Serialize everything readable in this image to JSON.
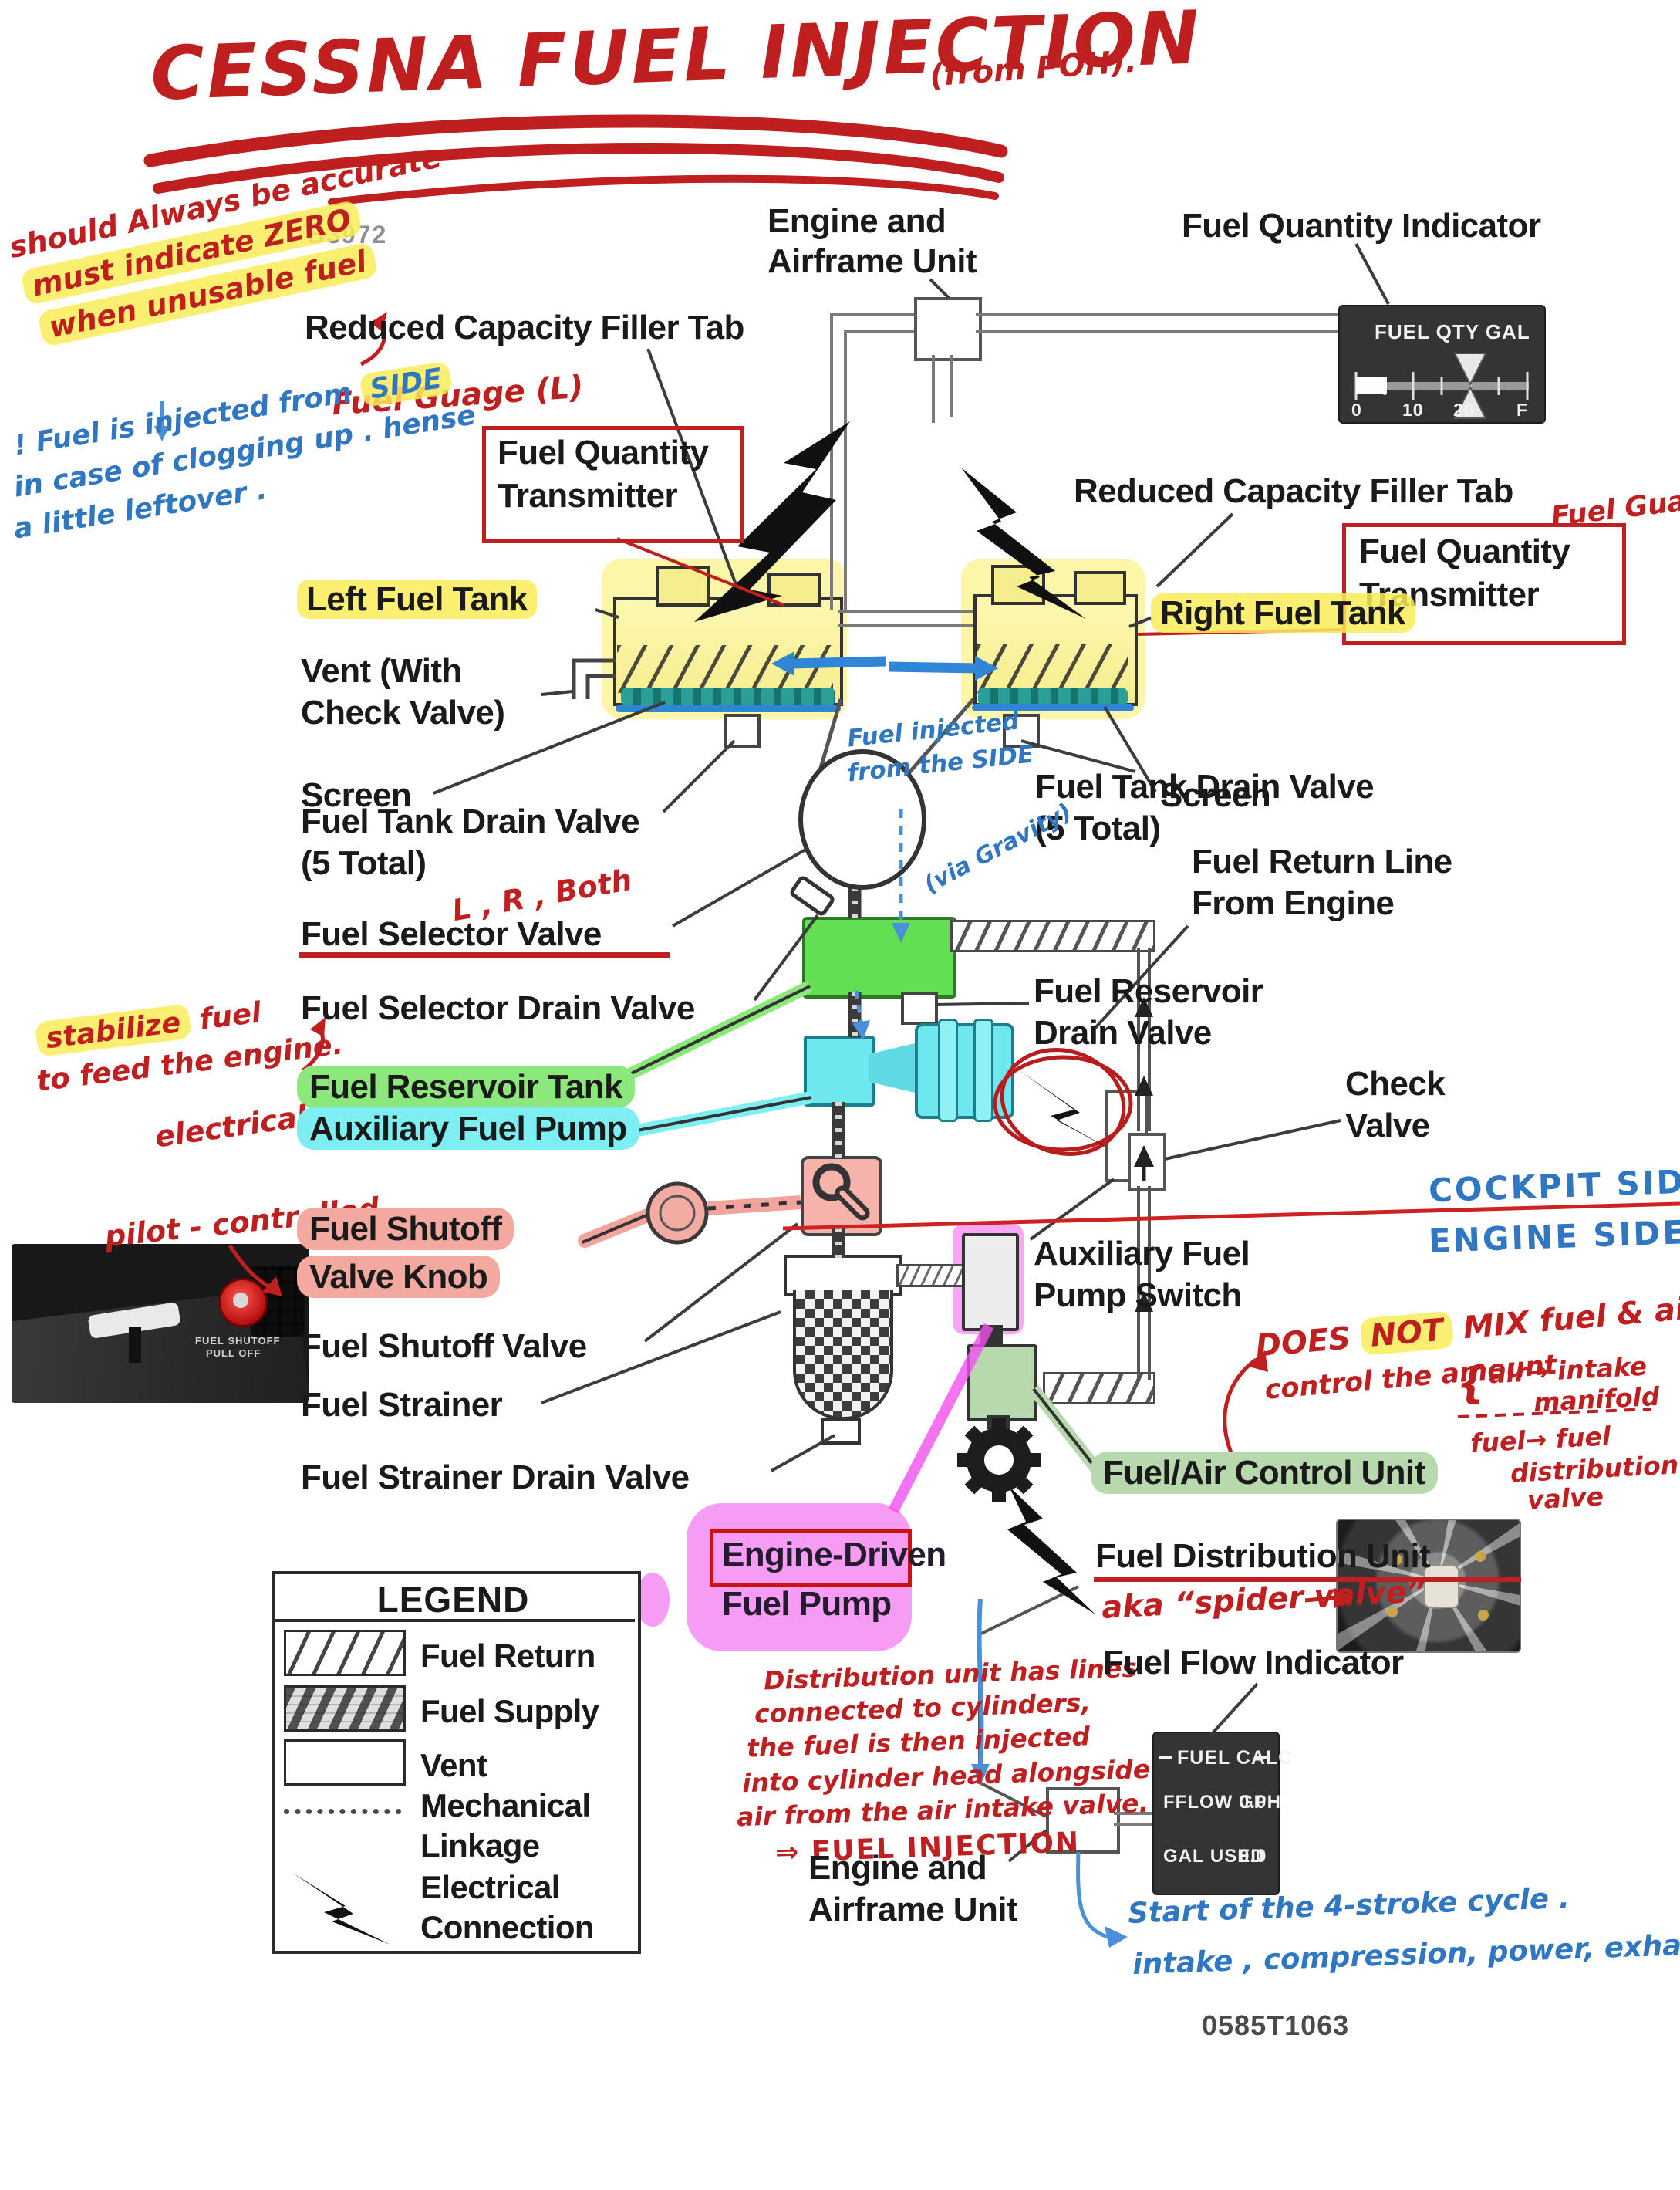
{
  "title": {
    "main": "CESSNA FUEL INJECTION",
    "note": "(from POH)."
  },
  "codes": {
    "figure": "B3972",
    "document": "0585T1063"
  },
  "labels": {
    "eng_air_1": "Engine and",
    "eng_air_2": "Airframe Unit",
    "fuel_qty_indicator": "Fuel Quantity Indicator",
    "reduced_capacity": "Reduced Capacity Filler Tab",
    "fqt_1": "Fuel Quantity",
    "fqt_2": "Transmitter",
    "left_tank": "Left Fuel Tank",
    "right_tank": "Right Fuel Tank",
    "vent_1": "Vent (With",
    "vent_2": "Check Valve)",
    "screen": "Screen",
    "ftdv_1": "Fuel Tank Drain Valve",
    "ftdv_2": "(5 Total)",
    "frl_1": "Fuel Return Line",
    "frl_2": "From Engine",
    "fuel_selector_valve": "Fuel Selector Valve",
    "fuel_selector_drain": "Fuel Selector Drain Valve",
    "frdv_1": "Fuel Reservoir",
    "frdv_2": "Drain Valve",
    "fuel_reservoir_tank": "Fuel Reservoir Tank",
    "aux_fuel_pump": "Auxiliary Fuel Pump",
    "check_1": "Check",
    "check_2": "Valve",
    "afps_1": "Auxiliary Fuel",
    "afps_2": "Pump Switch",
    "fsk_1": "Fuel Shutoff",
    "fsk_2": "Valve Knob",
    "fuel_shutoff_valve": "Fuel Shutoff Valve",
    "fuel_strainer": "Fuel Strainer",
    "fuel_strainer_drain": "Fuel Strainer Drain Valve",
    "edp_1": "Engine-Driven",
    "edp_2": "Fuel Pump",
    "fuel_air_control": "Fuel/Air Control Unit",
    "fuel_distribution": "Fuel Distribution Unit",
    "fuel_flow_indicator": "Fuel Flow Indicator"
  },
  "indicator": {
    "header": "FUEL QTY GAL",
    "scale_0": "0",
    "scale_10": "10",
    "scale_20": "20",
    "scale_f": "F"
  },
  "fuel_calc": {
    "header": "FUEL CALC",
    "row1_key": "FFLOW GPH",
    "row1_val": "0.0",
    "row2_key": "GAL USED",
    "row2_val": "0.0"
  },
  "legend": {
    "title": "LEGEND",
    "item1": "Fuel Return",
    "item2": "Fuel Supply",
    "item3": "Vent",
    "item4a": "Mechanical",
    "item4b": "Linkage",
    "item5a": "Electrical",
    "item5b": "Connection"
  },
  "red_notes": {
    "acc1": "should Always be accurate",
    "acc2": "must indicate ZERO",
    "acc3": "when unusable fuel",
    "gauge_l": "Fuel Guage (L)",
    "gauge_r": "Fuel Guage (R)",
    "lr_both": "L , R , Both",
    "stab_hl": "stabilize",
    "stab_rest": " fuel",
    "stab2": "to feed the engine.",
    "electrical": "electrical -",
    "pilot": "pilot - controlled",
    "mix_a": "DOES ",
    "mix_b": "NOT",
    "mix_c": " MIX fuel & air ,",
    "control": "control the amount",
    "brace": "{",
    "air1": "air→ intake",
    "air2": "manifold",
    "fuel1": "fuel→ fuel",
    "fuel2": "distribution",
    "fuel3": "valve",
    "aka": "aka “spider valve”",
    "dist1": "Distribution unit has lines",
    "dist2": "connected to cylinders,",
    "dist3": "the fuel is then injected",
    "dist4": "into cylinder head alongside",
    "dist5": "air from the air intake valve.",
    "fuel_injection": "⇒ FUEL INJECTION"
  },
  "blue_notes": {
    "inj1a": "! Fuel is injected from ",
    "inj1b": "SIDE",
    "inj2": "in case of clogging up . hense",
    "inj3": "a little leftover .",
    "side1": "Fuel injected",
    "side2": "from the SIDE",
    "gravity": "(via Gravity)",
    "cockpit": "COCKPIT SIDE",
    "engine": "ENGINE SIDE",
    "stroke1": "Start of the 4-stroke cycle .",
    "stroke2": "intake , compression, power, exhaust ."
  },
  "photo": {
    "cap1": "FUEL SHUTOFF",
    "cap2": "PULL OFF"
  },
  "colors": {
    "red_ink": "#c01f1f",
    "blue_ink": "#2f77c2",
    "yellow_hl": "#faec58",
    "green_hl": "#8ce87b",
    "cyan_hl": "#7deff2",
    "salmon_hl": "#f4a9a0",
    "magenta_hl": "#f05fee"
  }
}
